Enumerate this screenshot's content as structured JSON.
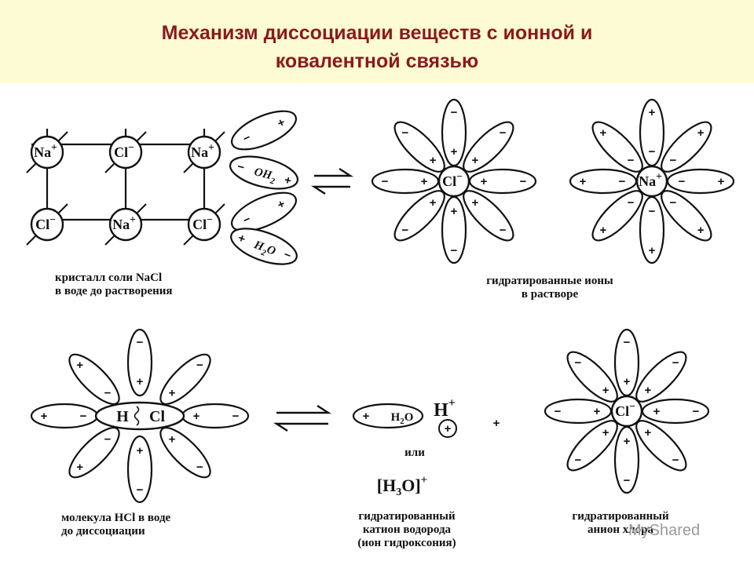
{
  "title": {
    "line1": "Механизм диссоциации веществ с ионной и",
    "line2": "ковалентной связью"
  },
  "ions": {
    "na": "Na",
    "cl": "Cl",
    "h": "H",
    "plus": "+",
    "minus": "−",
    "oh2": "OH",
    "oh2_sub": "2",
    "h2o_h": "H",
    "h2o_sub": "2",
    "h2o_o": "O",
    "h3o": "[H",
    "h3o_sub": "3",
    "h3o_close": "O]"
  },
  "labels": {
    "crystal": [
      "кристалл соли NaCl",
      "в воде до растворения"
    ],
    "hydrated_ions": [
      "гидратированные ионы",
      "в растворе"
    ],
    "hcl_molecule": [
      "молекула HCl в воде",
      "до диссоциации"
    ],
    "hydrated_cation": [
      "гидратированный",
      "катион водорода",
      "(ион гидроксония)"
    ],
    "hydrated_anion": [
      "гидратированный",
      "анион хлора"
    ],
    "or_word": "или",
    "plus_sign": "+"
  },
  "watermark": "MyShared",
  "colors": {
    "title": "#8b1a1a",
    "title_band": "#fdfbd3",
    "ink": "#111111"
  }
}
